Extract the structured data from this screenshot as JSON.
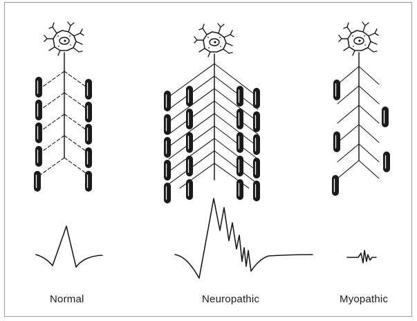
{
  "panels": [
    {
      "id": "normal",
      "caption": "Normal"
    },
    {
      "id": "neuropathic",
      "caption": "Neuropathic"
    },
    {
      "id": "myopathic",
      "caption": "Myopathic"
    }
  ],
  "colors": {
    "ink": "#1a1a1a",
    "frame": "#9a9a9a",
    "background": "#ffffff"
  },
  "icons": [
    "neuron-cell-body-icon",
    "muscle-fiber-icon",
    "motor-unit-potential-waveform"
  ]
}
